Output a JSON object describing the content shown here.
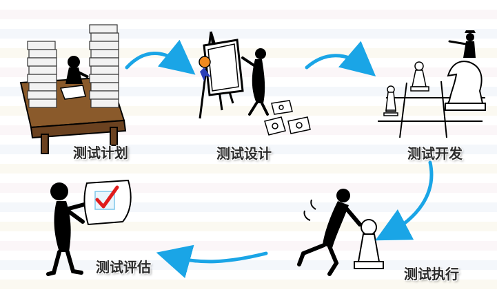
{
  "stages": {
    "plan": "测试计划",
    "design": "测试设计",
    "develop": "测试开发",
    "execute": "测试执行",
    "evaluate": "测试评估"
  },
  "colors": {
    "arrow": "#1aa5e6",
    "desk": "#8a5a2b",
    "figure": "#000000",
    "checkmark": "#e01c1c",
    "ribbon_orange": "#f28a1e",
    "ribbon_blue": "#2a3fb8"
  },
  "flow": [
    "plan",
    "design",
    "develop",
    "execute",
    "evaluate"
  ]
}
